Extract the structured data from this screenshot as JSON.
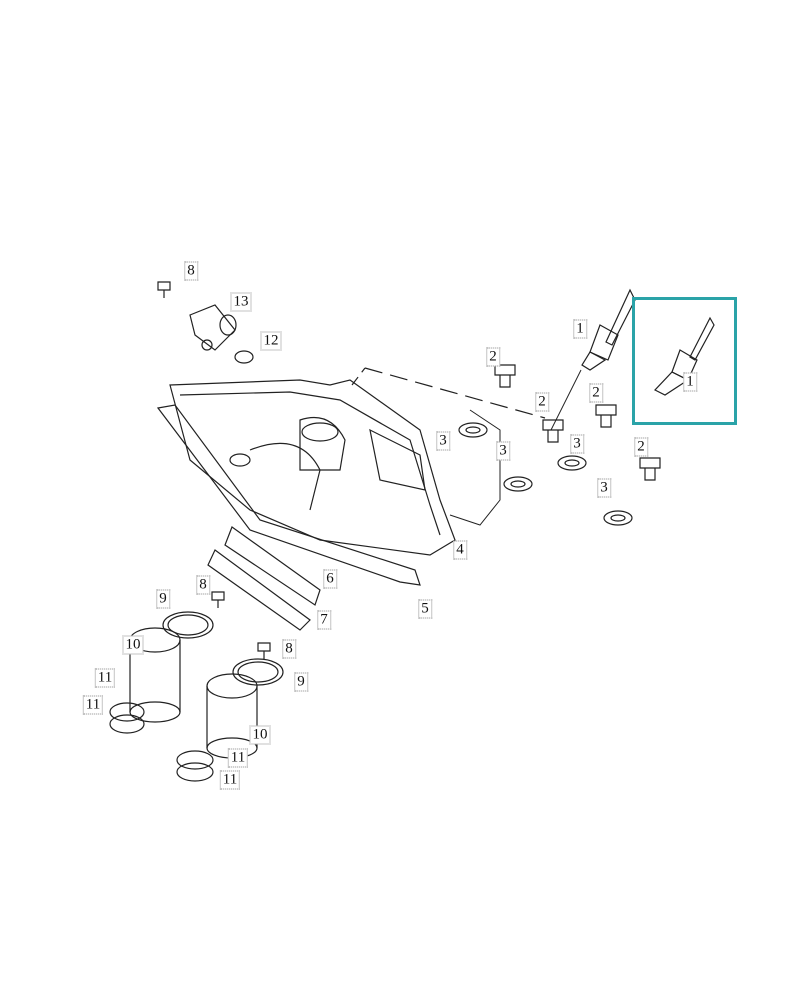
{
  "highlight_color": "#2aa3a8",
  "callouts": [
    {
      "id": "8",
      "part": "bolt"
    },
    {
      "id": "13",
      "part": "fitting"
    },
    {
      "id": "12",
      "part": "o-ring"
    },
    {
      "id": "1",
      "part": "spark-plug"
    },
    {
      "id": "2",
      "part": "bolt"
    },
    {
      "id": "2",
      "part": "bolt"
    },
    {
      "id": "2",
      "part": "bolt"
    },
    {
      "id": "2",
      "part": "bolt"
    },
    {
      "id": "3",
      "part": "washer"
    },
    {
      "id": "3",
      "part": "washer"
    },
    {
      "id": "3",
      "part": "washer"
    },
    {
      "id": "3",
      "part": "washer"
    },
    {
      "id": "4",
      "part": "cylinder-head-cover"
    },
    {
      "id": "5",
      "part": "gasket"
    },
    {
      "id": "6",
      "part": "plate"
    },
    {
      "id": "7",
      "part": "gasket"
    },
    {
      "id": "8",
      "part": "bolt"
    },
    {
      "id": "9",
      "part": "o-ring"
    },
    {
      "id": "10",
      "part": "tube"
    },
    {
      "id": "11",
      "part": "o-ring"
    },
    {
      "id": "11",
      "part": "o-ring"
    },
    {
      "id": "8",
      "part": "bolt"
    },
    {
      "id": "9",
      "part": "o-ring"
    },
    {
      "id": "10",
      "part": "tube"
    },
    {
      "id": "11",
      "part": "o-ring"
    },
    {
      "id": "11",
      "part": "o-ring"
    },
    {
      "id": "1",
      "part": "spark-plug-highlighted"
    }
  ]
}
